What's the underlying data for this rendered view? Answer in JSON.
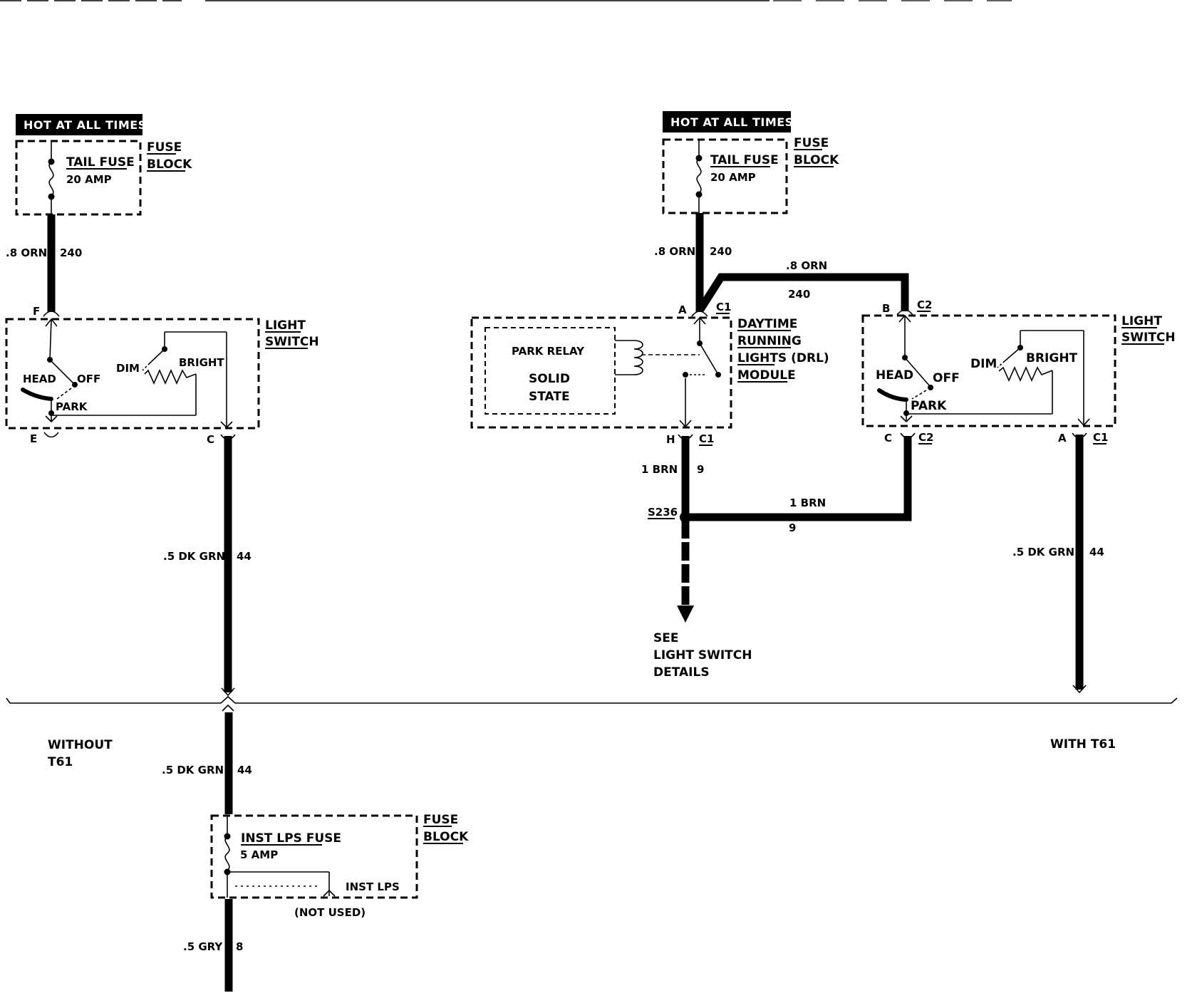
{
  "left_circuit": {
    "hot_label": "HOT AT ALL TIMES",
    "fuse_name": "TAIL FUSE",
    "fuse_rating": "20 AMP",
    "fuse_block_1": "FUSE",
    "fuse_block_2": "BLOCK",
    "wire_top_gauge": ".8 ORN",
    "wire_top_circuit": "240",
    "terminal_f": "F",
    "terminal_e": "E",
    "terminal_c": "C",
    "switch_name_1": "LIGHT",
    "switch_name_2": "SWITCH",
    "head": "HEAD",
    "off": "OFF",
    "park": "PARK",
    "dim": "DIM",
    "bright": "BRIGHT",
    "wire_out_gauge": ".5 DK GRN",
    "wire_out_circuit": "44"
  },
  "right_circuit": {
    "hot_label": "HOT AT ALL TIMES",
    "fuse_name": "TAIL FUSE",
    "fuse_rating": "20 AMP",
    "fuse_block_1": "FUSE",
    "fuse_block_2": "BLOCK",
    "wire_top_gauge": ".8 ORN",
    "wire_top_circuit": "240",
    "wire_branch_gauge": ".8 ORN",
    "wire_branch_circuit": "240",
    "drl_terminal_a": "A",
    "drl_connector_c1": "C1",
    "drl_name_1": "DAYTIME",
    "drl_name_2": "RUNNING",
    "drl_name_3": "LIGHTS (DRL)",
    "drl_name_4": "MODULE",
    "park_relay": "PARK RELAY",
    "solid_1": "SOLID",
    "solid_2": "STATE",
    "drl_terminal_h": "H",
    "drl_connector_c1b": "C1",
    "wire_brn_gauge": "1 BRN",
    "wire_brn_circuit": "9",
    "splice": "S236",
    "splice_wire_gauge": "1 BRN",
    "splice_wire_circuit": "9",
    "see_1": "SEE",
    "see_2": "LIGHT SWITCH",
    "see_3": "DETAILS",
    "sw_terminal_b": "B",
    "sw_connector_c2": "C2",
    "switch_name_1": "LIGHT",
    "switch_name_2": "SWITCH",
    "head": "HEAD",
    "off": "OFF",
    "park": "PARK",
    "dim": "DIM",
    "bright": "BRIGHT",
    "sw_terminal_c": "C",
    "sw_connector_c2b": "C2",
    "sw_terminal_a": "A",
    "sw_connector_c1": "C1",
    "wire_out_gauge": ".5 DK GRN",
    "wire_out_circuit": "44"
  },
  "options": {
    "without_1": "WITHOUT",
    "without_2": "T61",
    "with": "WITH T61"
  },
  "bottom_circuit": {
    "wire_in_gauge": ".5 DK GRN",
    "wire_in_circuit": "44",
    "fuse_name": "INST LPS FUSE",
    "fuse_rating": "5 AMP",
    "fuse_block_1": "FUSE",
    "fuse_block_2": "BLOCK",
    "inst_lps": "INST LPS",
    "not_used": "(NOT USED)",
    "wire_out_gauge": ".5 GRY",
    "wire_out_circuit": "8"
  }
}
